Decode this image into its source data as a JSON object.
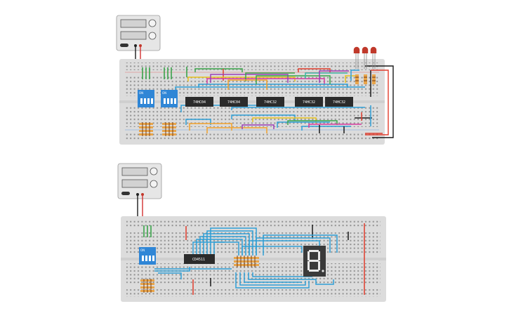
{
  "circuit_1": {
    "chips": [
      {
        "label": "74HC04"
      },
      {
        "label": "74HC04"
      },
      {
        "label": "74HC32"
      },
      {
        "label": "74HC32"
      },
      {
        "label": "74HC32"
      }
    ],
    "dip_switches": [
      {
        "label": "ON"
      },
      {
        "label": "ON"
      }
    ],
    "leds": 3,
    "colors": {
      "led": "#c0392b",
      "breadboard": "#dcdcdc",
      "dip": "#2f86d6",
      "chip": "#2b2b2b"
    }
  },
  "circuit_2": {
    "chips": [
      {
        "label": "CD4511"
      }
    ],
    "dip_switches": [
      {
        "label": "ON"
      }
    ],
    "seven_segment": {
      "digit": "8."
    },
    "colors": {
      "breadboard": "#dcdcdc",
      "display": "#3a3a3a"
    }
  },
  "wire_colors": [
    "#2e9fd6",
    "#3aa34a",
    "#f2a12b",
    "#e8c21c",
    "#9b3fb5",
    "#d63a9f",
    "#e03c2c",
    "#1a1a1a",
    "#38b6a8"
  ]
}
